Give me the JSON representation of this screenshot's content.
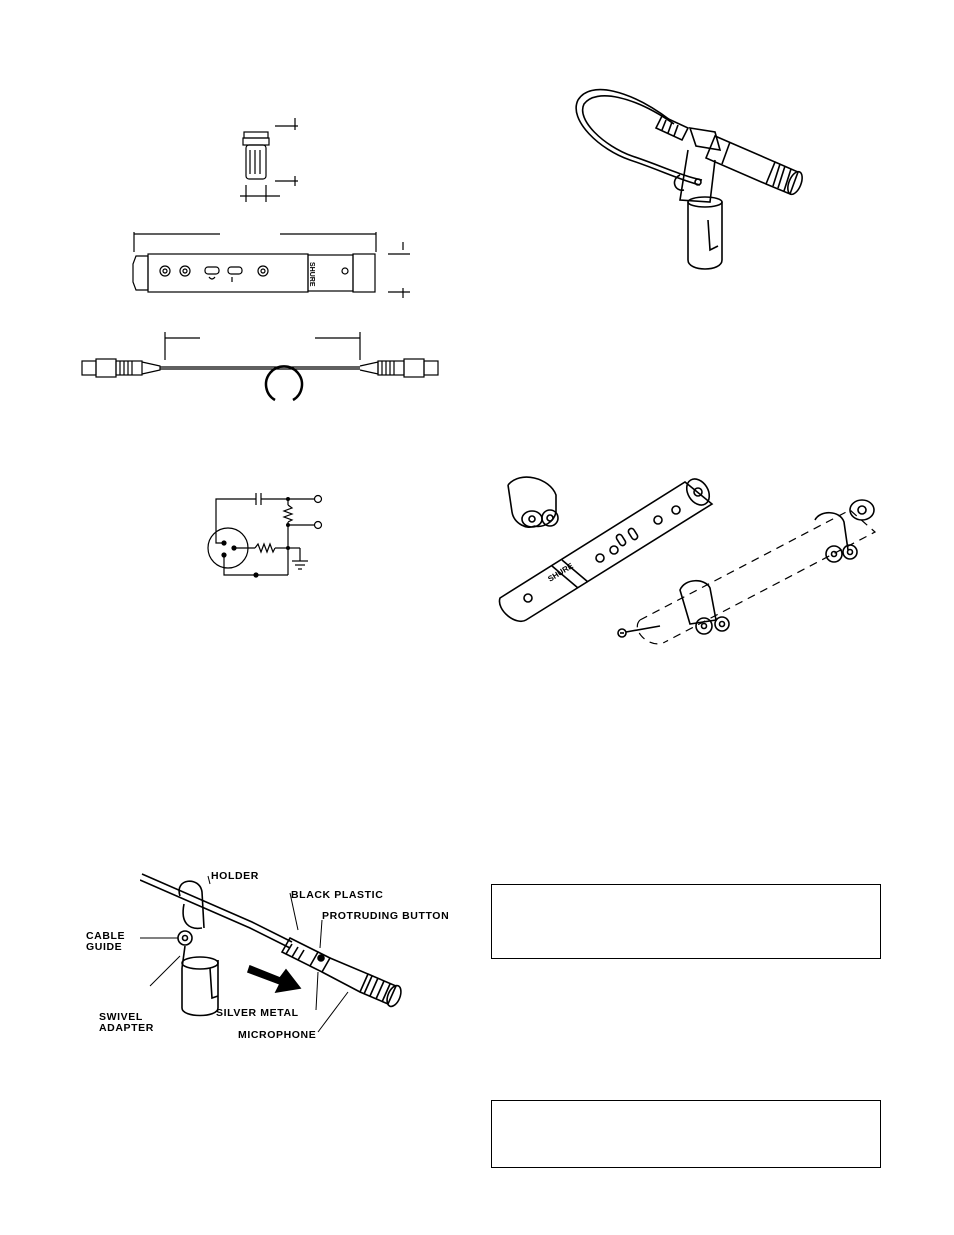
{
  "figures": {
    "dimension_drawing": {
      "brand_mark": "SHURE"
    },
    "accessory_kit": {
      "brand_mark": "SHURE"
    }
  },
  "callouts": {
    "holder": "HOLDER",
    "black_plastic": "BLACK PLASTIC",
    "protruding_button": "PROTRUDING BUTTON",
    "cable_guide_line1": "CABLE",
    "cable_guide_line2": "GUIDE",
    "swivel_adapter_line1": "SWIVEL",
    "swivel_adapter_line2": "ADAPTER",
    "silver_metal": "SILVER METAL",
    "microphone": "MICROPHONE"
  },
  "notes": {
    "note_box_1": "",
    "note_box_2": ""
  }
}
